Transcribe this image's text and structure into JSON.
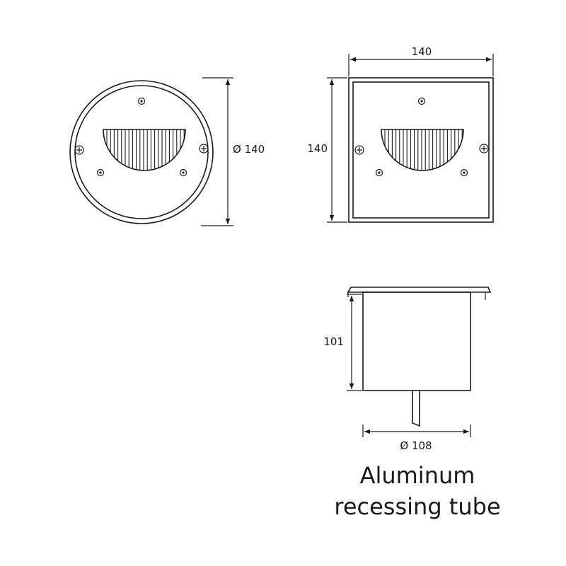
{
  "round_view": {
    "diameter_label": "Ø 140"
  },
  "square_view": {
    "width_label": "140",
    "height_label": "140"
  },
  "side_view": {
    "height_label": "101",
    "diameter_label": "Ø 108",
    "caption_line1": "Aluminum",
    "caption_line2": "recessing tube"
  },
  "colors": {
    "line": "#1a1a1a",
    "background": "#ffffff"
  }
}
